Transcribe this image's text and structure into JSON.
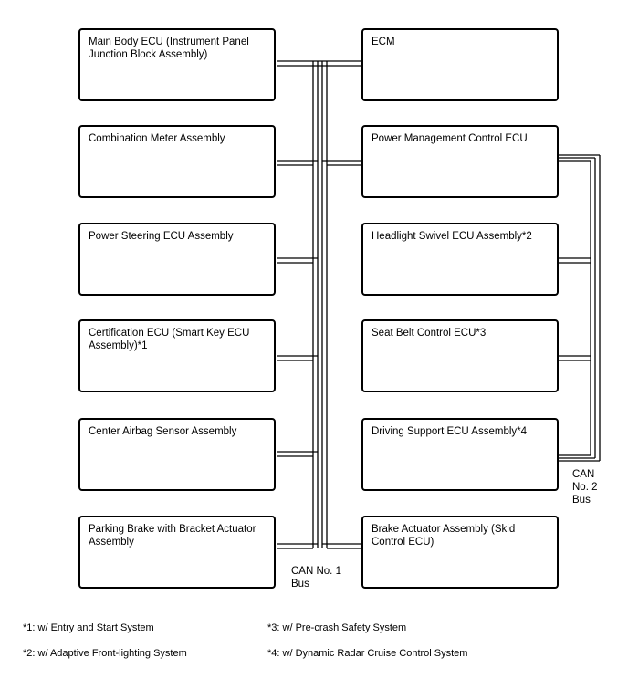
{
  "ecus": {
    "main_body": "Main Body ECU (Instrument Panel Junction Block Assembly)",
    "combination_meter": "Combination Meter Assembly",
    "power_steering": "Power Steering ECU Assembly",
    "certification": "Certification ECU (Smart Key ECU Assembly)*1",
    "center_airbag": "Center Airbag Sensor Assembly",
    "parking_brake": "Parking Brake with Bracket Actuator Assembly",
    "ecm": "ECM",
    "power_management": "Power Management Control ECU",
    "headlight_swivel": "Headlight Swivel ECU Assembly*2",
    "seat_belt": "Seat Belt Control ECU*3",
    "driving_support": "Driving Support ECU Assembly*4",
    "brake_actuator": "Brake Actuator Assembly (Skid Control ECU)"
  },
  "buses": {
    "can1_line1": "CAN No. 1",
    "can1_line2": "Bus",
    "can2_line1": "CAN",
    "can2_line2": "No. 2",
    "can2_line3": "Bus"
  },
  "footnotes": {
    "n1": "*1: w/ Entry and Start System",
    "n2": "*2: w/ Adaptive Front-lighting System",
    "n3": "*3: w/ Pre-crash Safety System",
    "n4": "*4: w/ Dynamic Radar Cruise Control System"
  },
  "colors": {
    "line": "#000000",
    "background": "#ffffff"
  }
}
